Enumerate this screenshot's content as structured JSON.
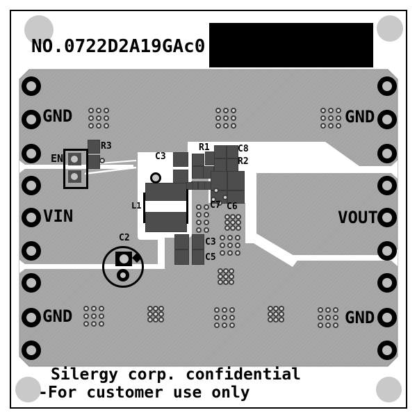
{
  "title_block": {
    "board_number": "NO.0722D2A19GAc0"
  },
  "footer": {
    "line1": "Silergy corp. confidential",
    "line2": "-For customer use only"
  },
  "net_labels": {
    "gnd_top_left": "GND",
    "gnd_top_right": "GND",
    "gnd_bottom_left": "GND",
    "gnd_bottom_right": "GND",
    "vin": "VIN",
    "vout": "VOUT",
    "en": "EN"
  },
  "reference_designators": {
    "r3": "R3",
    "c3_top": "C3",
    "r1": "R1",
    "c8": "C8",
    "r2": "R2",
    "l1": "L1",
    "c7": "C7",
    "c6": "C6",
    "c2": "C2",
    "c3_mid": "C3",
    "c5": "C5"
  },
  "colors": {
    "board_copper": "#a8a8a8",
    "silkscreen": "#000000",
    "pad_dark": "#4d4d4d",
    "hole_fill": "#bdbdbd",
    "corner_marker": "#c9c9c9",
    "mask_opening": "#ffffff",
    "label_block": "#000000"
  }
}
